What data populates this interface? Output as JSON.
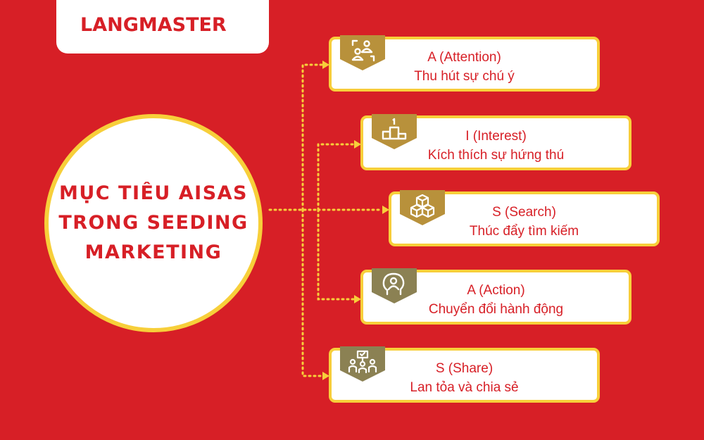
{
  "brand": {
    "logo_text": "LANGMASTER"
  },
  "center": {
    "title_lines": [
      "MỤC TIÊU AISAS",
      "TRONG SEEDING",
      "MARKETING"
    ]
  },
  "colors": {
    "background": "#d71f26",
    "accent_yellow": "#f7cf3a",
    "badge_gold": "#b8913b",
    "badge_olive": "#8b8153",
    "text_red": "#d71f26"
  },
  "steps": [
    {
      "title": "A (Attention)",
      "desc": "Thu hút sự chú ý",
      "icon": "people-exchange-icon"
    },
    {
      "title": "I (Interest)",
      "desc": "Kích thích sự hứng thú",
      "icon": "podium-icon"
    },
    {
      "title": "S (Search)",
      "desc": "Thúc đẩy tìm kiếm",
      "icon": "boxes-icon"
    },
    {
      "title": "A (Action)",
      "desc": "Chuyển đổi hành động",
      "icon": "head-person-icon"
    },
    {
      "title": "S (Share)",
      "desc": "Lan tỏa và chia sẻ",
      "icon": "team-share-icon"
    }
  ]
}
